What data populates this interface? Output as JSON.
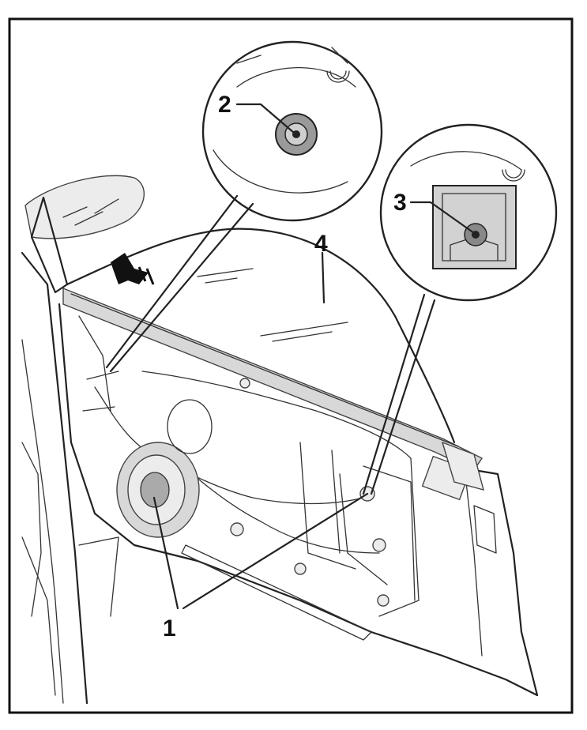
{
  "diagram": {
    "callouts": {
      "c1": "1",
      "c2": "2",
      "c3": "3",
      "c4": "4"
    },
    "colors": {
      "line": "#222222",
      "panel_fill": "#d8d8d8",
      "background": "#ffffff"
    }
  }
}
